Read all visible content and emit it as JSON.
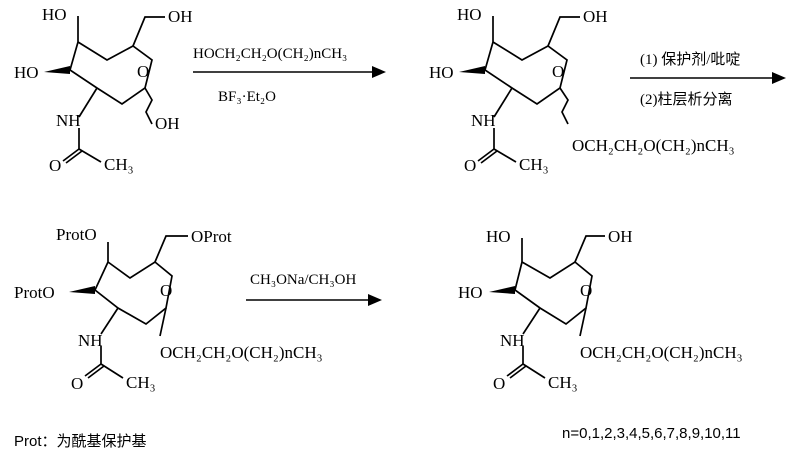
{
  "step1": {
    "reagent": "HOCH₂CH₂O(CH₂)nCH₃",
    "catalyst": "BF₃·Et₂O"
  },
  "step2": {
    "cond1": "(1) 保护剂/吡啶",
    "cond2": "(2)柱层析分离"
  },
  "step3": {
    "reagent": "CH₃ONa/CH₃OH"
  },
  "labels": {
    "ho": "HO",
    "oh": "OH",
    "o": "O",
    "nh": "NH",
    "carbonyl_o": "O",
    "ch3": "CH₃",
    "oprot": "OProt",
    "protoleft": "ProtO",
    "glycoside": "OCH₂CH₂O(CH₂)nCH₃"
  },
  "footnote_prot": "Prot：为酰基保护基",
  "footnote_n": "n=0,1,2,3,4,5,6,7,8,9,10,11"
}
